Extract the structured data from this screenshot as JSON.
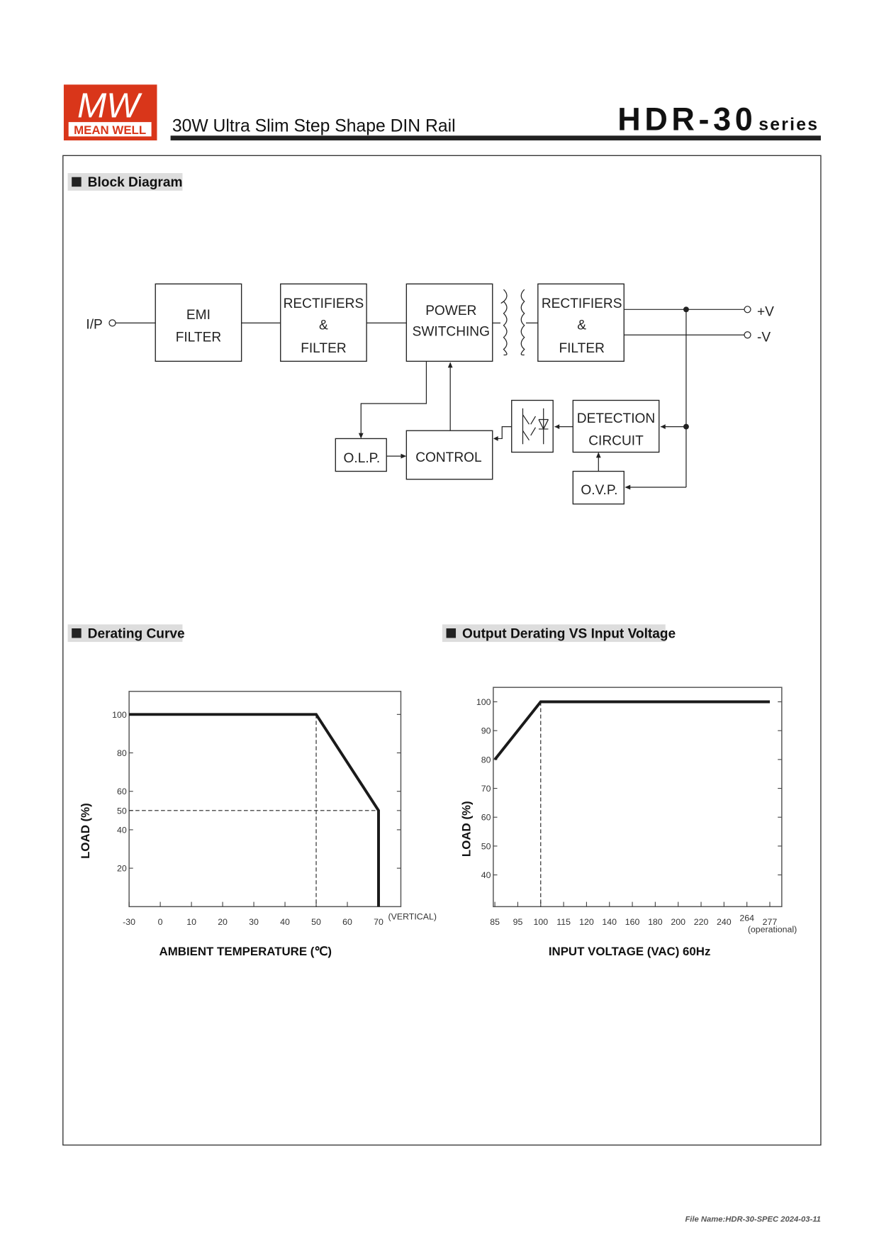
{
  "header": {
    "logo_top": "MW",
    "logo_bottom": "MEAN WELL",
    "subtitle": "30W  Ultra Slim Step Shape DIN Rail",
    "model": "HDR-30",
    "series": "series",
    "brand_color": "#d9361a"
  },
  "block_diagram": {
    "title": "Block Diagram",
    "input": "I/P",
    "out_pos": "+V",
    "out_neg": "-V",
    "emi": [
      "EMI",
      "FILTER"
    ],
    "rect1": [
      "RECTIFIERS",
      "&",
      "FILTER"
    ],
    "power": [
      "POWER",
      "SWITCHING"
    ],
    "rect2": [
      "RECTIFIERS",
      "&",
      "FILTER"
    ],
    "detection": [
      "DETECTION",
      "CIRCUIT"
    ],
    "control": "CONTROL",
    "olp": "O.L.P.",
    "ovp": "O.V.P."
  },
  "chart_data": [
    {
      "type": "line",
      "title": "Derating Curve",
      "xlabel": "AMBIENT TEMPERATURE (℃)",
      "ylabel": "LOAD (%)",
      "x_ticks": [
        "-30",
        "0",
        "10",
        "20",
        "30",
        "40",
        "50",
        "60",
        "70"
      ],
      "x_note": "(VERTICAL)",
      "y_ticks": [
        100,
        80,
        60,
        50,
        40,
        20
      ],
      "ylim": [
        0,
        112
      ],
      "series": [
        {
          "points": [
            [
              -30,
              100
            ],
            [
              50,
              100
            ],
            [
              70,
              50
            ],
            [
              70,
              0
            ]
          ]
        }
      ],
      "guides": [
        [
          50,
          100
        ],
        [
          70,
          50
        ]
      ],
      "grid": false
    },
    {
      "type": "line",
      "title": "Output Derating VS Input Voltage",
      "xlabel": "INPUT VOLTAGE (VAC) 60Hz",
      "ylabel": "LOAD (%)",
      "x_ticks": [
        "85",
        "95",
        "100",
        "115",
        "120",
        "140",
        "160",
        "180",
        "200",
        "220",
        "240",
        "264",
        "277"
      ],
      "x_note": "(operational)",
      "y_ticks": [
        100,
        90,
        80,
        70,
        60,
        50,
        40
      ],
      "ylim": [
        29,
        105
      ],
      "series": [
        {
          "points": [
            [
              85,
              80
            ],
            [
              100,
              100
            ],
            [
              277,
              100
            ]
          ]
        }
      ],
      "guides": [
        [
          100,
          100
        ]
      ],
      "grid": false
    }
  ],
  "footer": {
    "file": "File Name:HDR-30-SPEC   2024-03-11"
  }
}
